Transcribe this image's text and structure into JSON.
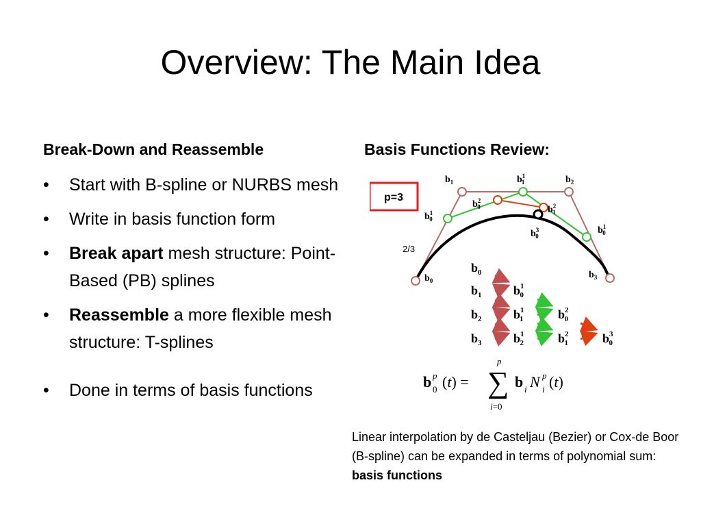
{
  "slide": {
    "title": "Overview:  The Main Idea",
    "left": {
      "heading": "Break-Down and Reassemble",
      "bullets": [
        {
          "bold": "",
          "text": "Start with B-spline or NURBS mesh"
        },
        {
          "bold": "",
          "text": "Write in basis function form"
        },
        {
          "bold": "Break apart",
          "text": " mesh structure: Point-Based (PB) splines"
        },
        {
          "bold": "Reassemble",
          "text": " a more flexible mesh structure: T-splines"
        },
        {
          "bold": "",
          "text": "Done in terms of basis functions"
        }
      ]
    },
    "right": {
      "heading": "Basis Functions Review:",
      "p_label": "p=3",
      "ratio_label": "2/3",
      "caption_text": "Linear interpolation by de Casteljau (Bezier) or Cox-de Boor (B-spline) can be expanded in terms of polynomial sum: ",
      "caption_bold": "basis functions"
    }
  }
}
